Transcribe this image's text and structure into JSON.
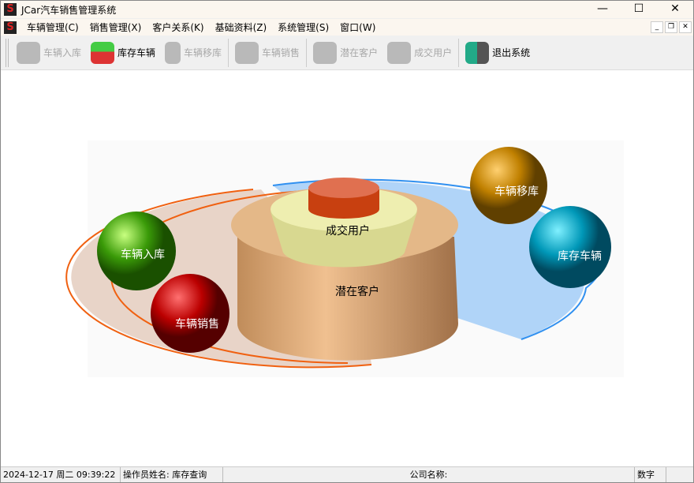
{
  "window": {
    "title": "JCar汽车销售管理系统",
    "min": "—",
    "max": "☐",
    "close": "✕"
  },
  "menu": [
    "车辆管理(C)",
    "销售管理(X)",
    "客户关系(K)",
    "基础资料(Z)",
    "系统管理(S)",
    "窗口(W)"
  ],
  "toolbar": [
    {
      "label": "车辆入库",
      "enabled": false
    },
    {
      "label": "库存车辆",
      "enabled": true
    },
    {
      "label": "车辆移库",
      "enabled": false
    },
    {
      "label": "车辆销售",
      "enabled": false
    },
    {
      "label": "潜在客户",
      "enabled": false
    },
    {
      "label": "成交用户",
      "enabled": false
    },
    {
      "label": "退出系统",
      "enabled": true
    }
  ],
  "diagram": {
    "center_top": "成交用户",
    "center_bottom": "潜在客户",
    "spheres": {
      "in": "车辆入库",
      "sale": "车辆销售",
      "move": "车辆移库",
      "stock": "库存车辆"
    }
  },
  "status": {
    "datetime": "2024-12-17 周二 09:39:22",
    "operator": "操作员姓名: 库存查询",
    "company": "公司名称:",
    "mode": "数字"
  }
}
